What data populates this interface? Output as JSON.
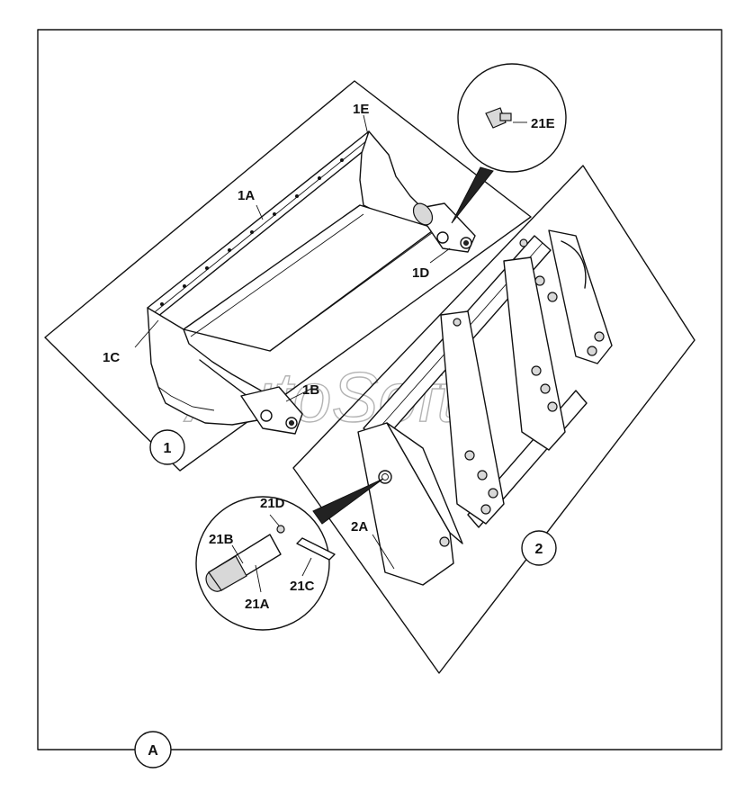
{
  "figure": {
    "watermark": "AutoSoft",
    "view_label": "A",
    "panels": [
      {
        "callout": "1",
        "parts": [
          "1A",
          "1B",
          "1C",
          "1D",
          "1E"
        ]
      },
      {
        "callout": "2",
        "parts": [
          "2A"
        ]
      }
    ],
    "detail_circles": [
      {
        "parts": [
          "21E"
        ]
      },
      {
        "parts": [
          "21A",
          "21B",
          "21C",
          "21D"
        ]
      }
    ]
  }
}
